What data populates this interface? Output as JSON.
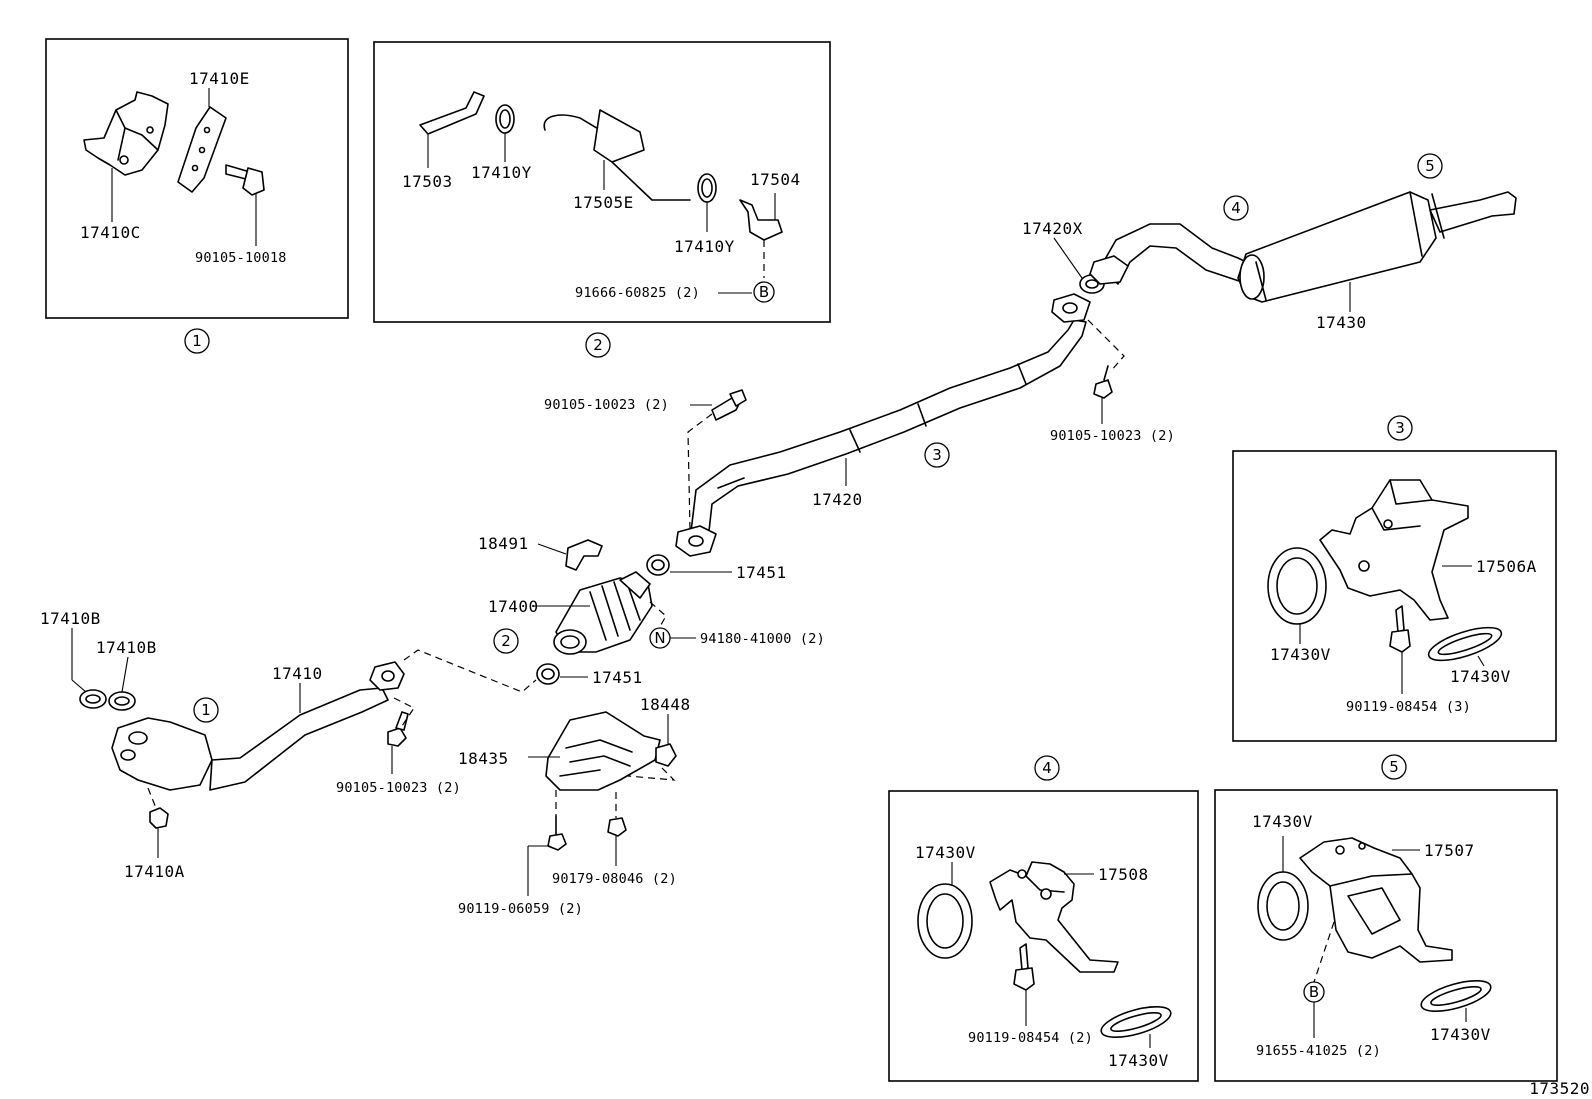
{
  "drawing_number": "173520",
  "insets": [
    {
      "id": "1",
      "marker": "①"
    },
    {
      "id": "2",
      "marker": "②"
    },
    {
      "id": "3",
      "marker": "③"
    },
    {
      "id": "4",
      "marker": "④"
    },
    {
      "id": "5",
      "marker": "⑤"
    }
  ],
  "labels": {
    "p17410E": "17410E",
    "p17410C": "17410C",
    "p90105_10018": "90105-10018",
    "p17503": "17503",
    "p17410Y_a": "17410Y",
    "p17505E": "17505E",
    "p17504": "17504",
    "p17410Y_b": "17410Y",
    "p91666_60825": "91666-60825 (2)",
    "p17420X": "17420X",
    "p17430": "17430",
    "p90105_10023_top": "90105-10023 (2)",
    "p90105_10023_right": "90105-10023 (2)",
    "p17420": "17420",
    "p18491": "18491",
    "p17451_a": "17451",
    "p17400": "17400",
    "p94180_41000": "94180-41000 (2)",
    "p17451_b": "17451",
    "p17410B_a": "17410B",
    "p17410B_b": "17410B",
    "p17410": "17410",
    "p18448": "18448",
    "p18435": "18435",
    "p90105_10023_left": "90105-10023 (2)",
    "p17410A": "17410A",
    "p90179_08046": "90179-08046 (2)",
    "p90119_06059": "90119-06059 (2)",
    "p17506A": "17506A",
    "p17430V_3a": "17430V",
    "p17430V_3b": "17430V",
    "p90119_08454_3": "90119-08454 (3)",
    "p17430V_4a": "17430V",
    "p17508": "17508",
    "p90119_08454_2": "90119-08454 (2)",
    "p17430V_4b": "17430V",
    "p17430V_5a": "17430V",
    "p17507": "17507",
    "p91655_41025": "91655-41025 (2)",
    "p17430V_5b": "17430V"
  },
  "markers": {
    "B": "B",
    "N": "N"
  }
}
